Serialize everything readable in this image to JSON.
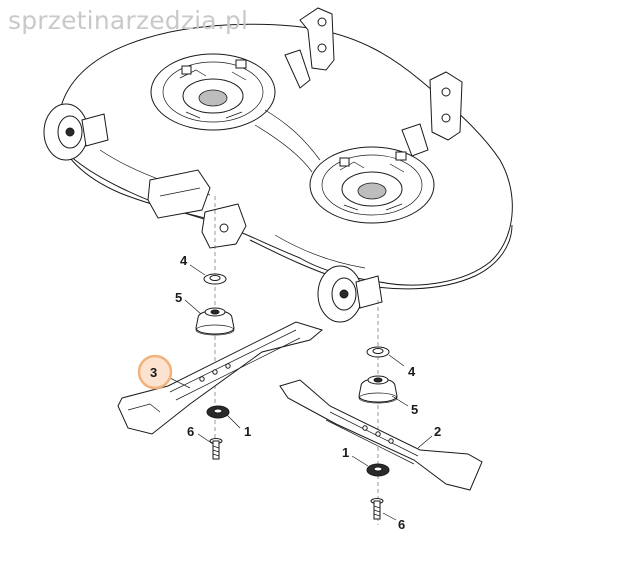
{
  "watermark": "sprzetinarzedzia.pl",
  "highlight_color": "#f2b27d",
  "callouts": [
    {
      "id": "left-washer",
      "label": "4"
    },
    {
      "id": "left-hub",
      "label": "5"
    },
    {
      "id": "left-blade",
      "label": "3"
    },
    {
      "id": "left-spacer",
      "label": "1"
    },
    {
      "id": "left-bolt",
      "label": "6"
    },
    {
      "id": "right-washer",
      "label": "4"
    },
    {
      "id": "right-hub",
      "label": "5"
    },
    {
      "id": "right-blade",
      "label": "2"
    },
    {
      "id": "right-spacer",
      "label": "1"
    },
    {
      "id": "right-bolt",
      "label": "6"
    }
  ]
}
